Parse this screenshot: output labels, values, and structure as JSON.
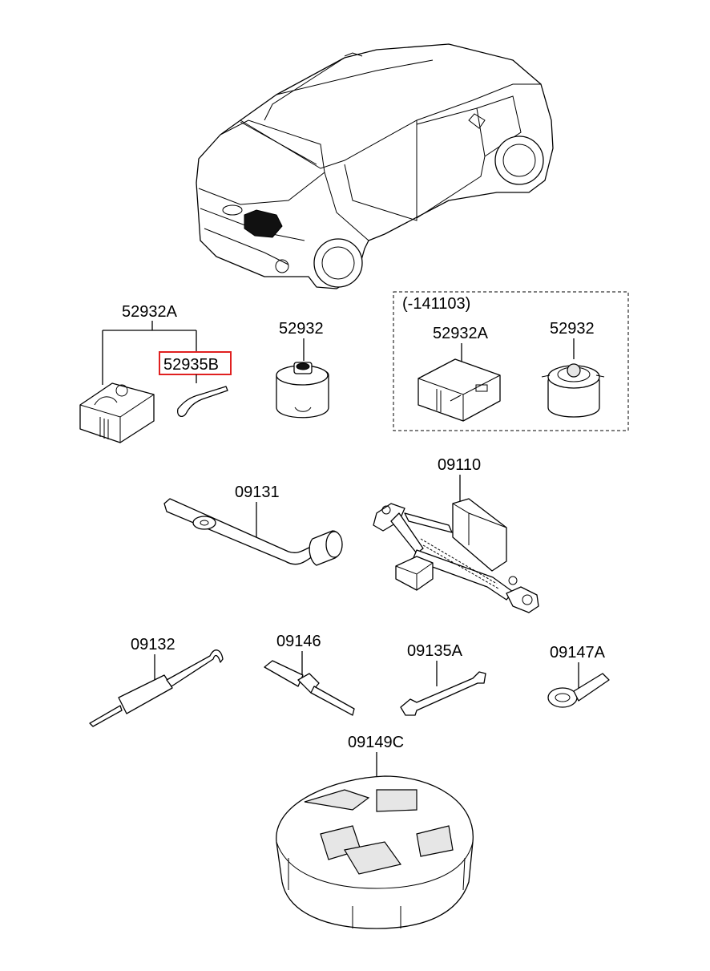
{
  "parts": {
    "compressor_kit_label": "52932A",
    "hose_label": "52935B",
    "sealant_bottle_label": "52932",
    "variant_note": "(-141103)",
    "variant_kit_label": "52932A",
    "variant_bottle_label": "52932",
    "jack_label": "09110",
    "lug_wrench_label": "09131",
    "jack_handle_label": "09132",
    "screwdriver_label": "09146",
    "spanner_label": "09135A",
    "tow_hook_label": "09147A",
    "tool_tray_label": "09149C"
  },
  "highlight": {
    "part": "52935B",
    "color": "#e02020"
  }
}
